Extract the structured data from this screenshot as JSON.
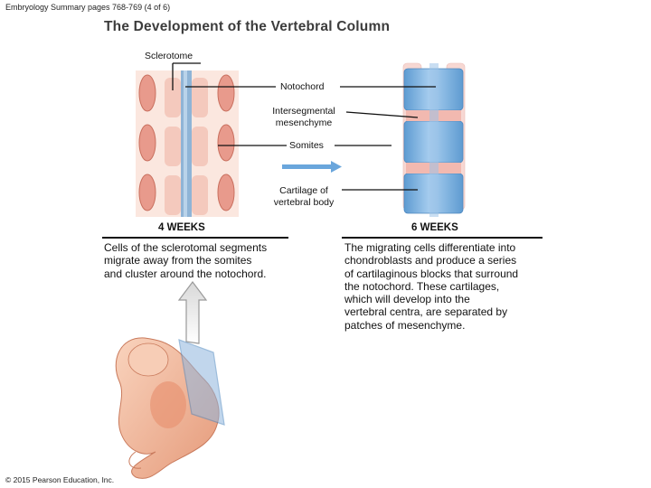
{
  "header": {
    "text": "Embryology Summary pages 768-769 (4 of 6)"
  },
  "title": "The Development of the Vertebral Column",
  "labels": {
    "sclerotome": "Sclerotome",
    "notochord": "Notochord",
    "intersegmental_line1": "Intersegmental",
    "intersegmental_line2": "mesenchyme",
    "somites": "Somites",
    "cartilage_line1": "Cartilage of",
    "cartilage_line2": "vertebral body"
  },
  "weeks": {
    "left": "4 WEEKS",
    "right": "6 WEEKS"
  },
  "captions": {
    "left": [
      "Cells of the sclerotomal segments",
      "migrate away from the somites",
      "and cluster around the notochord."
    ],
    "right": [
      "The migrating cells differentiate into",
      "chondroblasts and produce a series",
      "of cartilaginous blocks that surround",
      "the notochord. These cartilages,",
      "which will develop into the",
      "vertebral centra, are separated by",
      "patches of mesenchyme."
    ]
  },
  "footer": {
    "copyright": "© 2015 Pearson Education, Inc."
  },
  "colors": {
    "somite_pink": "#e89a8c",
    "somite_light": "#f6d6cc",
    "notochord_blue": "#8fb4d6",
    "cartilage_blue": "#7fb5e0",
    "mesenchyme_pink": "#f2b9b0",
    "arrow_blue": "#6aa6dc",
    "embryo": "#f4b89a"
  }
}
